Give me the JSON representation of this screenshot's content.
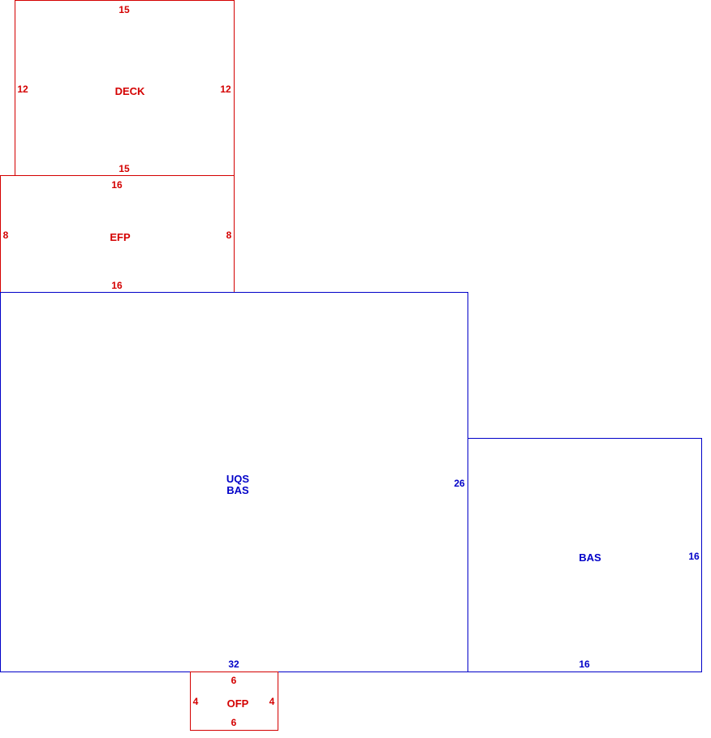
{
  "colors": {
    "red": "#d40000",
    "blue": "#0000c8"
  },
  "deck": {
    "name": "DECK",
    "top": "15",
    "bottom": "15",
    "left": "12",
    "right": "12"
  },
  "efp": {
    "name": "EFP",
    "top": "16",
    "bottom": "16",
    "left": "8",
    "right": "8"
  },
  "main": {
    "name1": "UQS",
    "name2": "BAS",
    "right": "26",
    "bottom": "32"
  },
  "bas2": {
    "name": "BAS",
    "right": "16",
    "bottom": "16"
  },
  "ofp": {
    "name": "OFP",
    "top": "6",
    "bottom": "6",
    "left": "4",
    "right": "4"
  }
}
